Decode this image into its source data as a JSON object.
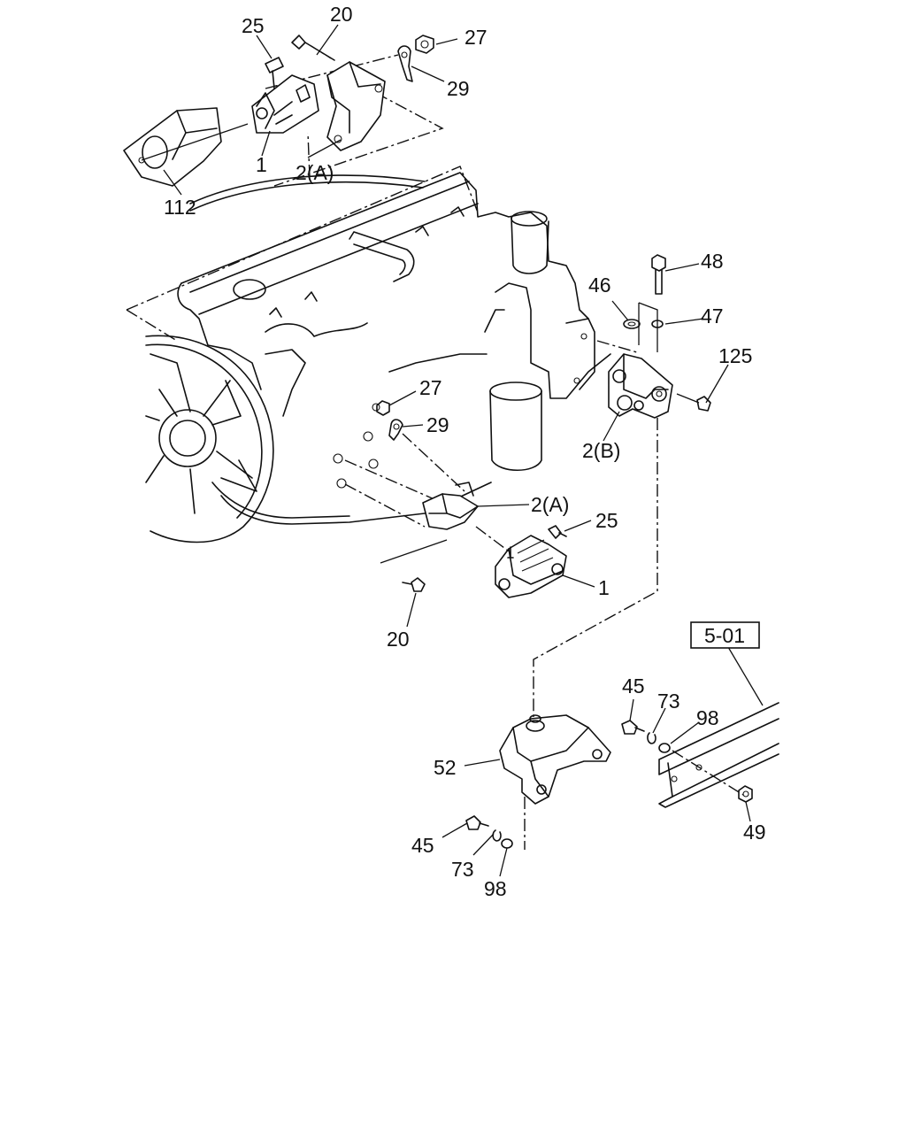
{
  "ref_box": "5-01",
  "callouts": {
    "top_25": "25",
    "top_20": "20",
    "top_27": "27",
    "top_29": "29",
    "top_1": "1",
    "top_2a": "2(A)",
    "top_112": "112",
    "right_48": "48",
    "right_46": "46",
    "right_47": "47",
    "right_125": "125",
    "right_2b": "2(B)",
    "mid_27": "27",
    "mid_29": "29",
    "mid_2a": "2(A)",
    "mid_25": "25",
    "mid_1": "1",
    "mid_20": "20",
    "low_45_right": "45",
    "low_73_right": "73",
    "low_98_right": "98",
    "low_52": "52",
    "low_49": "49",
    "low_45_left": "45",
    "low_73_left": "73",
    "low_98_left": "98"
  }
}
